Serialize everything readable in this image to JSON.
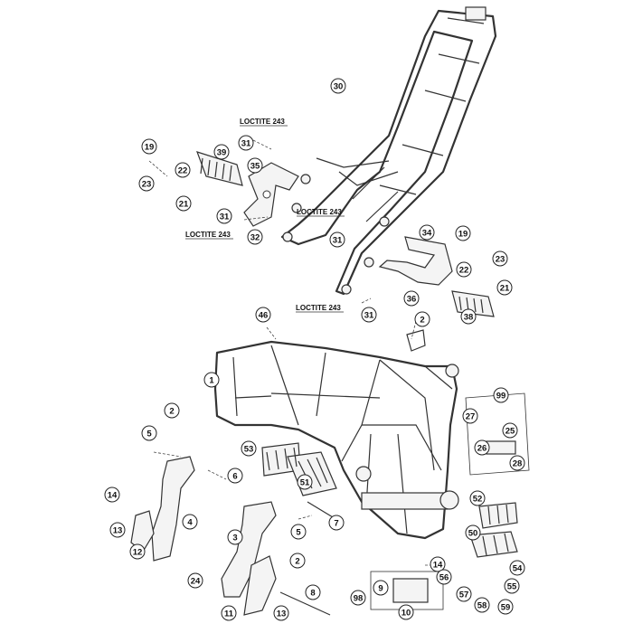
{
  "notes": {
    "loctite_label": "LOCTITE 243"
  },
  "callouts": {
    "c1": "1",
    "c2a": "2",
    "c2b": "2",
    "c2c": "2",
    "c3": "3",
    "c4": "4",
    "c5a": "5",
    "c5b": "5",
    "c6": "6",
    "c7": "7",
    "c8": "8",
    "c9": "9",
    "c10": "10",
    "c11": "11",
    "c12": "12",
    "c13a": "13",
    "c13b": "13",
    "c14a": "14",
    "c14b": "14",
    "c19a": "19",
    "c19b": "19",
    "c21a": "21",
    "c21b": "21",
    "c22a": "22",
    "c22b": "22",
    "c23a": "23",
    "c23b": "23",
    "c24": "24",
    "c25": "25",
    "c26": "26",
    "c27": "27",
    "c28": "28",
    "c30": "30",
    "c31a": "31",
    "c31b": "31",
    "c31c": "31",
    "c31d": "31",
    "c32": "32",
    "c34": "34",
    "c35": "35",
    "c36": "36",
    "c38": "38",
    "c39": "39",
    "c46": "46",
    "c50": "50",
    "c52": "52",
    "c53": "53",
    "c54": "54",
    "c55": "55",
    "c56": "56",
    "c57": "57",
    "c58": "58",
    "c59": "59",
    "c98": "98",
    "c99": "99"
  }
}
